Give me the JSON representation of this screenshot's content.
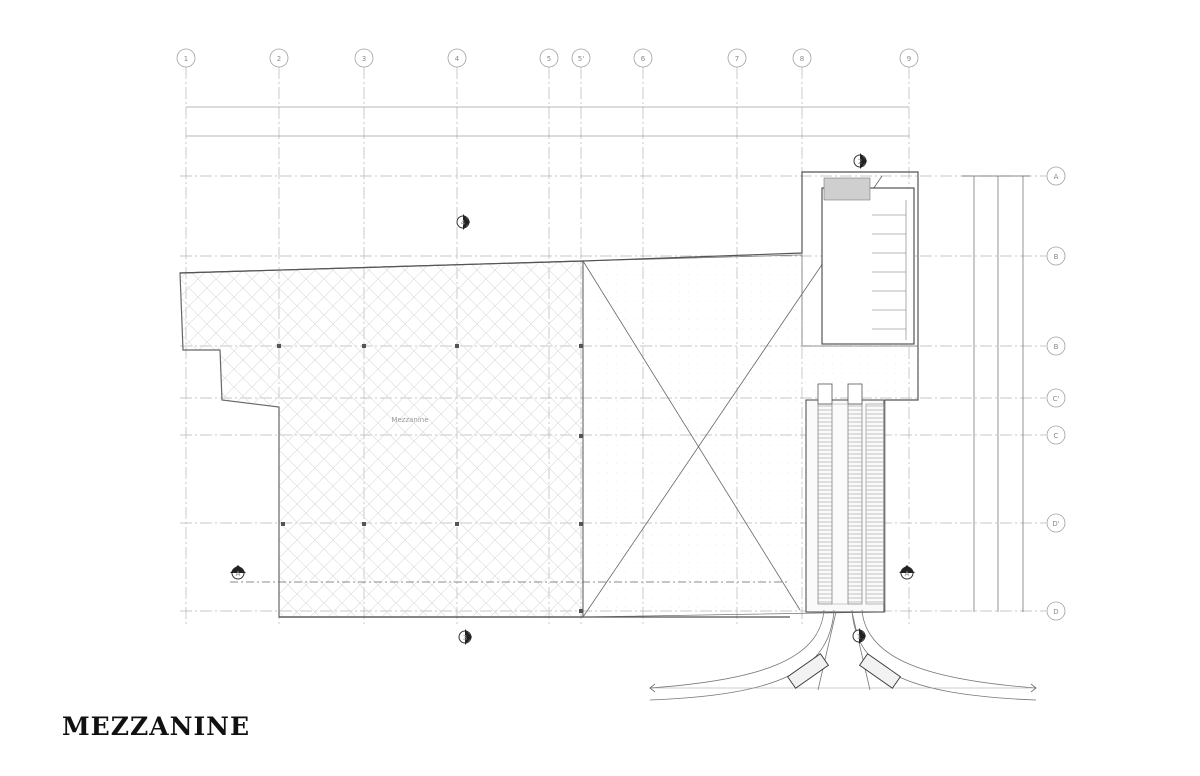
{
  "sheet": {
    "title": "MEZZANINE",
    "room_label": "Mezzanine"
  },
  "grid": {
    "columns": [
      "1",
      "2",
      "3",
      "4",
      "5",
      "5'",
      "6",
      "7",
      "8",
      "9"
    ],
    "rows": [
      "A",
      "B",
      "B",
      "C'",
      "C",
      "D'",
      "D"
    ]
  },
  "markers": {
    "section_top": "4",
    "section_bottom": "3",
    "section_right_top": "2",
    "section_right_bottom": "1",
    "elev_left": "A",
    "elev_right": "A"
  },
  "colors": {
    "line": "#555555",
    "grid": "#b5b5b5",
    "hatch": "#dcdcdc"
  }
}
